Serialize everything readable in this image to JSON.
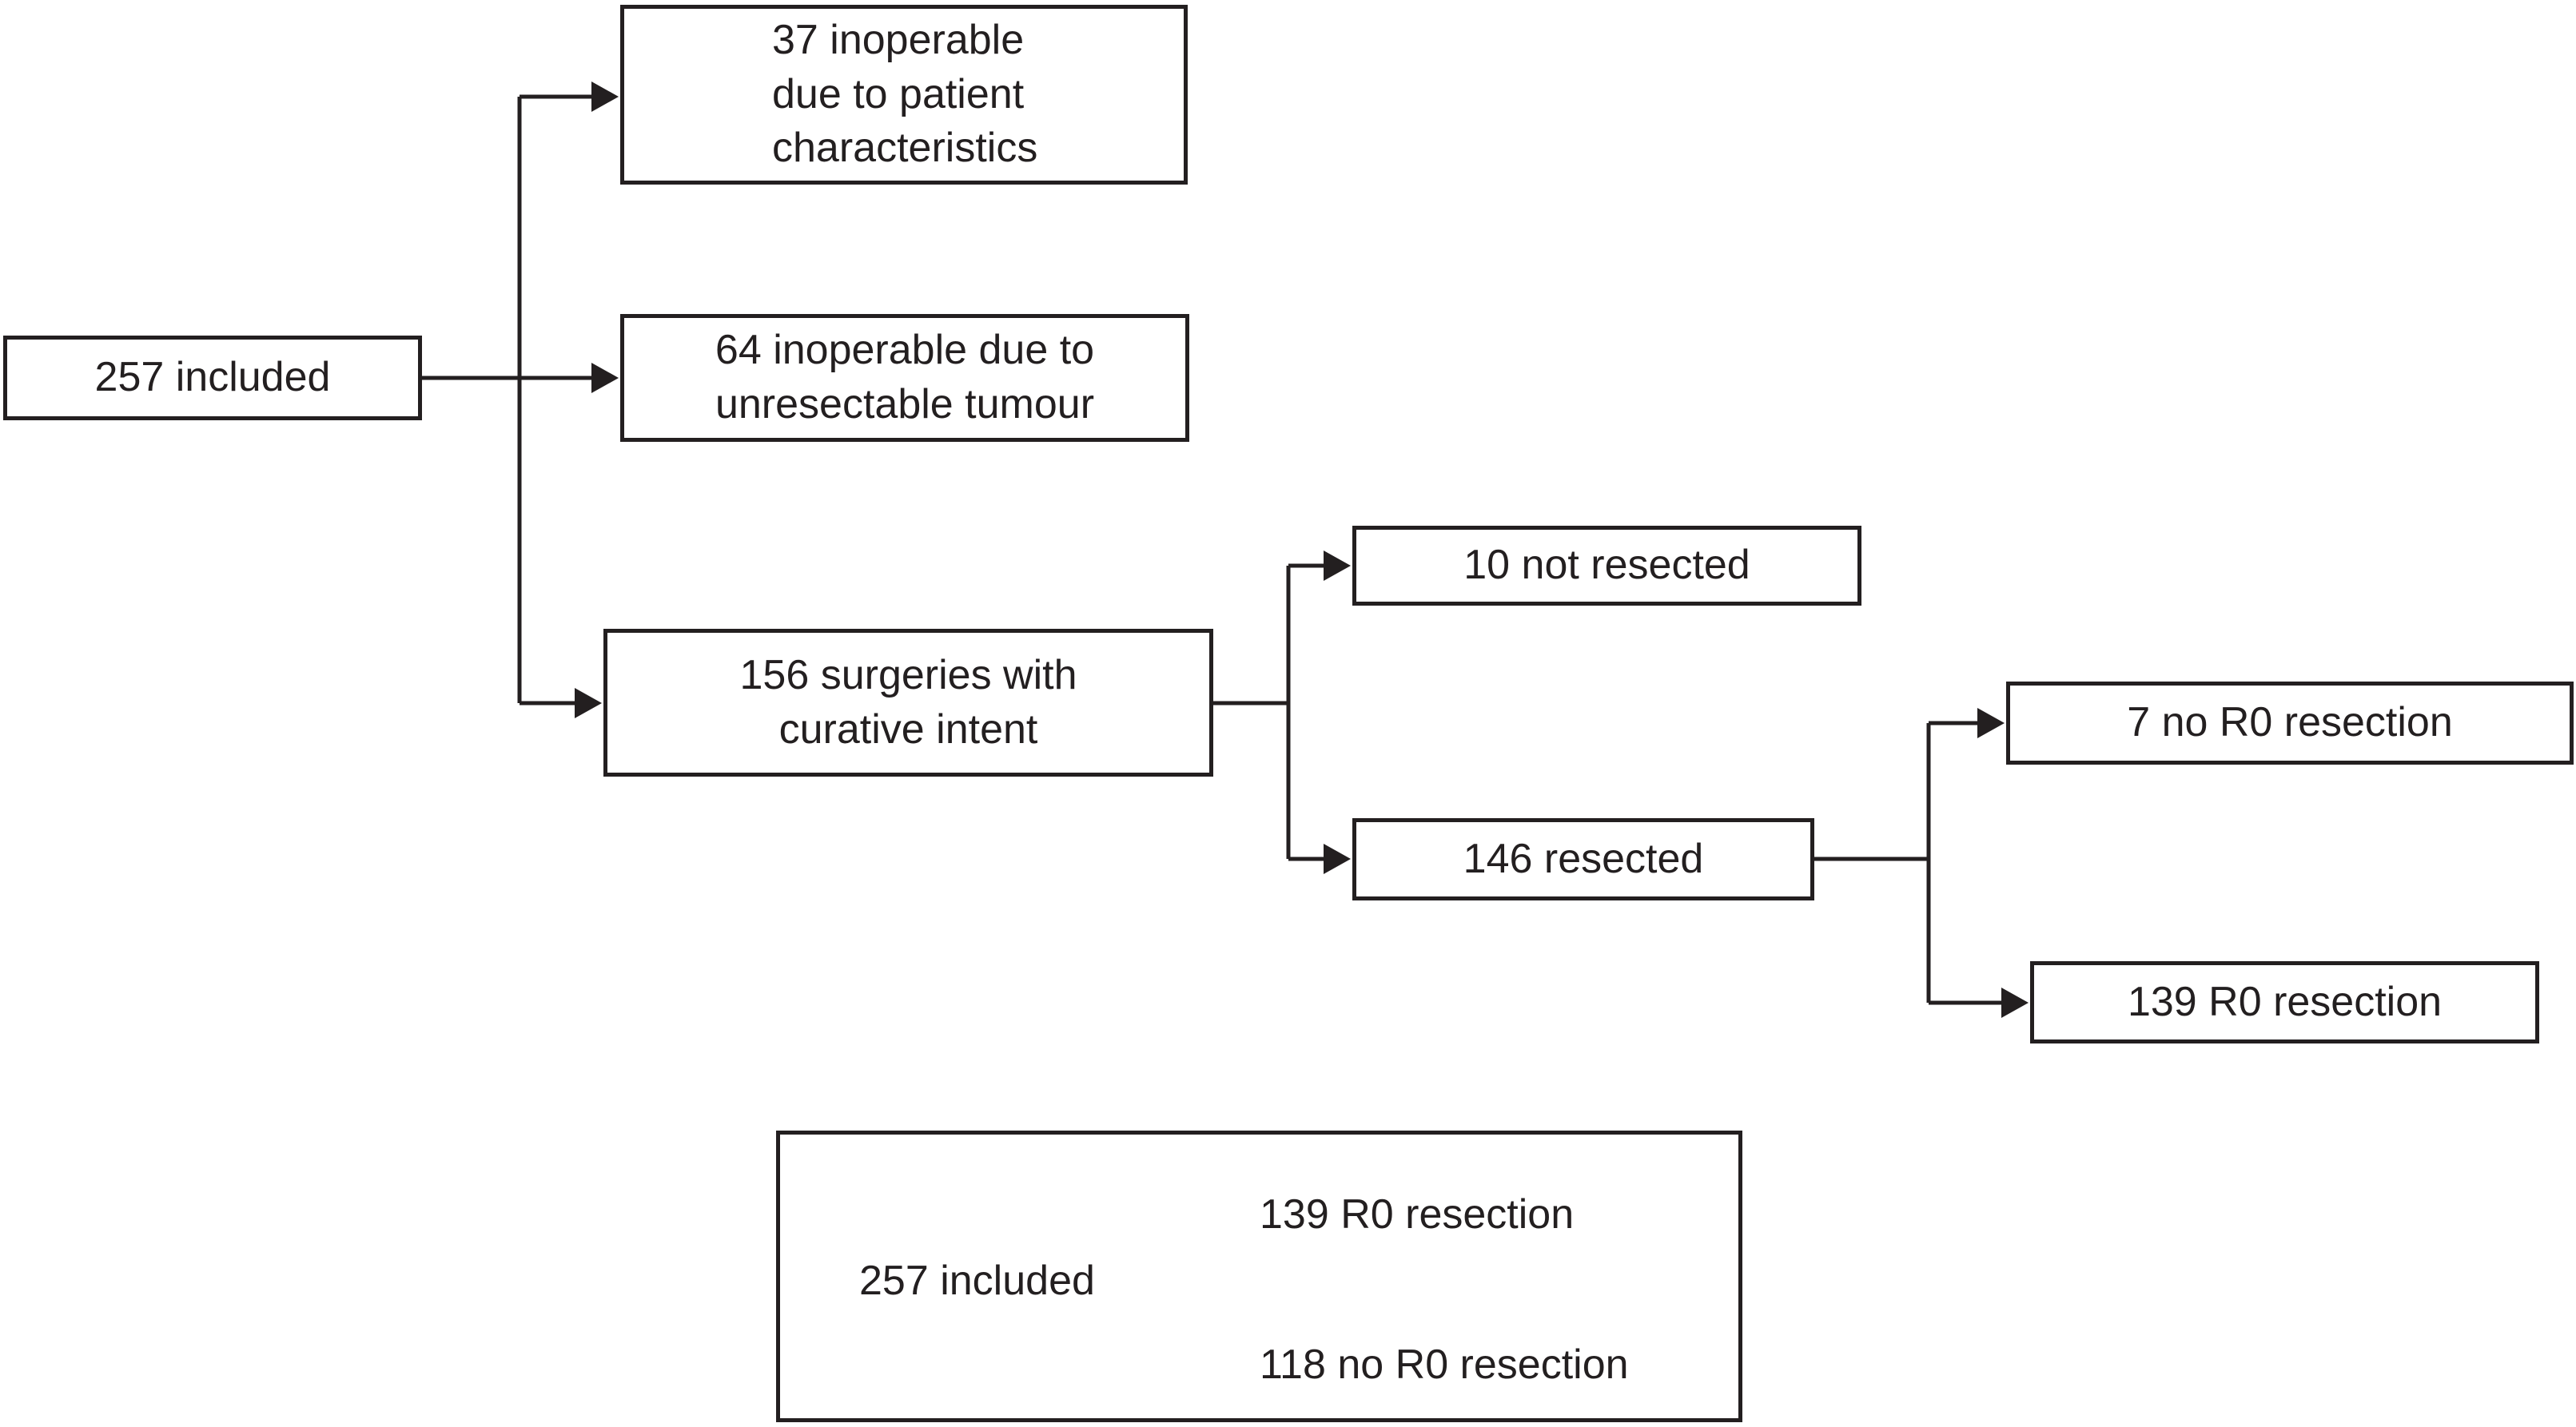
{
  "figure": {
    "background_color": "#ffffff",
    "line_color": "#231f20",
    "text_color": "#231f20",
    "nodes": {
      "included": {
        "label": "257 included"
      },
      "inoperable_patient": {
        "label": "37 inoperable\ndue to patient\ncharacteristics"
      },
      "inoperable_tumour": {
        "label": "64 inoperable due to\nunresectable tumour"
      },
      "curative_surgery": {
        "label": "156 surgeries with\ncurative intent"
      },
      "not_resected": {
        "label": "10 not resected"
      },
      "resected": {
        "label": "146 resected"
      },
      "no_r0_resection": {
        "label": "7 no R0 resection"
      },
      "r0_resection": {
        "label": "139 R0 resection"
      }
    },
    "summary": {
      "included": {
        "label": "257 included"
      },
      "r0_resection": {
        "label": "139 R0 resection"
      },
      "no_r0_resection": {
        "label": "118 no R0 resection"
      }
    }
  }
}
